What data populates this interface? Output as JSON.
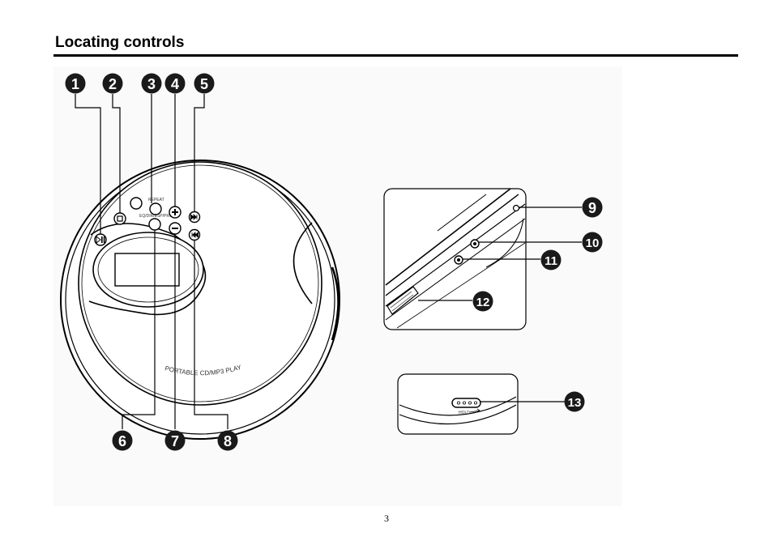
{
  "page": {
    "heading": "Locating controls",
    "page_number": "3"
  },
  "labels": {
    "repeat": "REPEAT",
    "eq_mode": "EQ/DIR/ESP/PRG",
    "product": "PORTABLE CD/MP3 PLAYER",
    "hold": "HOLD"
  },
  "callouts": [
    "1",
    "2",
    "3",
    "4",
    "5",
    "6",
    "7",
    "8",
    "9",
    "10",
    "11",
    "12",
    "13"
  ],
  "icons": {
    "play_pause": "play-pause-icon",
    "stop": "stop-icon",
    "plus": "plus-icon",
    "minus": "minus-icon",
    "next": "skip-forward-icon",
    "prev": "skip-back-icon"
  },
  "colors": {
    "callout_fill": "#1a1a1a",
    "line": "#000000",
    "shadow": "#f2f2f2"
  }
}
